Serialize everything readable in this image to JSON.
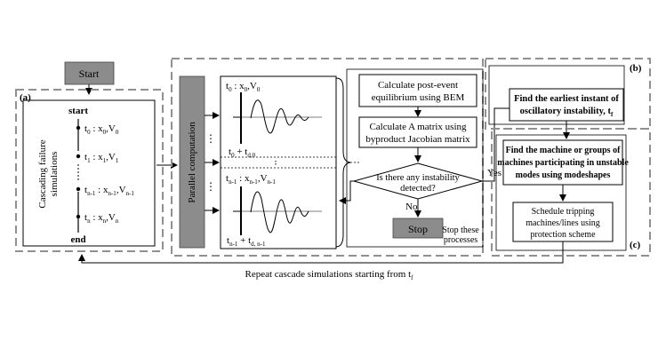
{
  "start_box": "Start",
  "panel_a": {
    "tag": "(a)",
    "side_label_1": "Cascading failure",
    "side_label_2": "simulations",
    "start": "start",
    "end": "end",
    "s0": "t",
    "s0_sub": "0",
    "s0_mid": " : x",
    "s0_sub2": "0",
    "s0_tail": ",V",
    "s0_sub3": "0",
    "s1": "t",
    "s1_sub": "1",
    "s1_mid": " : x",
    "s1_sub2": "1",
    "s1_tail": ",V",
    "s1_sub3": "1",
    "s2": "t",
    "s2_sub": "n-1",
    "s2_mid": " : x",
    "s2_sub2": "n-1",
    "s2_tail": ",V",
    "s2_sub3": "n-1",
    "s3": "t",
    "s3_sub": "n",
    "s3_mid": " : x",
    "s3_sub2": "n",
    "s3_tail": ",V",
    "s3_sub3": "n"
  },
  "parallel_label": "Parallel computation",
  "parallel_dots": "⋮",
  "sim": {
    "top_t": "t",
    "top_sub": "0",
    "top_mid": " : x",
    "top_sub2": "0",
    "top_tail": ",V",
    "top_sub3": "0",
    "top_end": "t",
    "top_end_sub": "0",
    "top_end_mid": " + t",
    "top_end_sub2": "d,0",
    "bot_t": "t",
    "bot_sub": "n-1",
    "bot_mid": " : x",
    "bot_sub2": "n-1",
    "bot_tail": ",V",
    "bot_sub3": "n-1",
    "bot_end": "t",
    "bot_end_sub": "n-1",
    "bot_end_mid": " + t",
    "bot_end_sub2": "d, n-1"
  },
  "flow": {
    "box1_l1": "Calculate post-event",
    "box1_l2": "equilibrium using BEM",
    "box2_l1": "Calculate A matrix using",
    "box2_l2": "byproduct Jacobian matrix",
    "diamond_l1": "Is there any instability",
    "diamond_l2": "detected?",
    "yes": "Yes",
    "no": "No",
    "stop": "Stop",
    "stop_note_l1": "Stop these",
    "stop_note_l2": "processes"
  },
  "panel_b": {
    "tag": "(b)",
    "box_l1": "Find the earliest instant of",
    "box_l2": "oscillatory instability, t",
    "box_l2_sub": "f"
  },
  "panel_c": {
    "tag": "(c)",
    "box1_l1": "Find the machine or groups of",
    "box1_l2": "machines participating in unstable",
    "box1_l3": "modes using modeshapes",
    "box2_l1": "Schedule tripping",
    "box2_l2": "machines/lines using",
    "box2_l3": "protection scheme"
  },
  "repeat": "Repeat cascade simulations starting from t",
  "repeat_sub": "f",
  "colors": {
    "gray_box": "#8c8c8c",
    "dash": "#909090"
  }
}
